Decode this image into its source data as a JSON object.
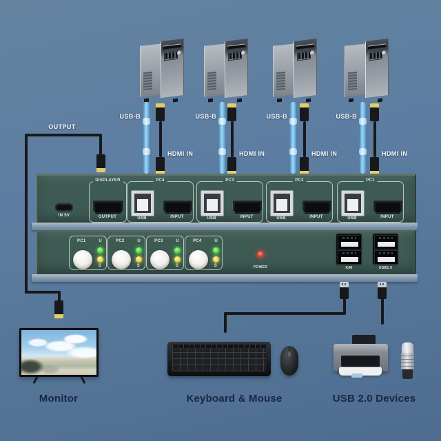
{
  "labels": {
    "output_cable": "OUTPUT",
    "usb_b": "USB-B",
    "hdmi_in": "HDMI IN"
  },
  "back_panel": {
    "power_in": "IN 5V",
    "groups": [
      {
        "name": "DISPLAYER",
        "hdmi_label": "OUTPUT"
      },
      {
        "name": "PC4",
        "usb_label": "USB",
        "hdmi_label": "INPUT"
      },
      {
        "name": "PC3",
        "usb_label": "USB",
        "hdmi_label": "INPUT"
      },
      {
        "name": "PC2",
        "usb_label": "USB",
        "hdmi_label": "INPUT"
      },
      {
        "name": "PC1",
        "usb_label": "USB",
        "hdmi_label": "INPUT"
      }
    ]
  },
  "front_panel": {
    "selectors": [
      {
        "name": "PC1",
        "top_led": "U",
        "bottom_led": "S"
      },
      {
        "name": "PC2",
        "top_led": "U",
        "bottom_led": "S"
      },
      {
        "name": "PC3",
        "top_led": "U",
        "bottom_led": "S"
      },
      {
        "name": "PC4",
        "top_led": "U",
        "bottom_led": "S"
      }
    ],
    "power_label": "POWER",
    "usb_hubs": [
      {
        "label": "K/M"
      },
      {
        "label": "USB2.0"
      }
    ]
  },
  "devices": {
    "monitor_label": "Monitor",
    "keyboard_mouse_label": "Keyboard & Mouse",
    "usb_devices_label": "USB 2.0 Devices"
  },
  "colors": {
    "background": "#5d7da2",
    "panel_teal": "#3d5a53",
    "led_green": "#35d435",
    "led_yellow": "#e0c822",
    "led_red": "#ff2a1a",
    "cable_blue": "#6fb9e8",
    "hdmi_gold": "#e4cd66",
    "label_dark": "#1a2742"
  }
}
